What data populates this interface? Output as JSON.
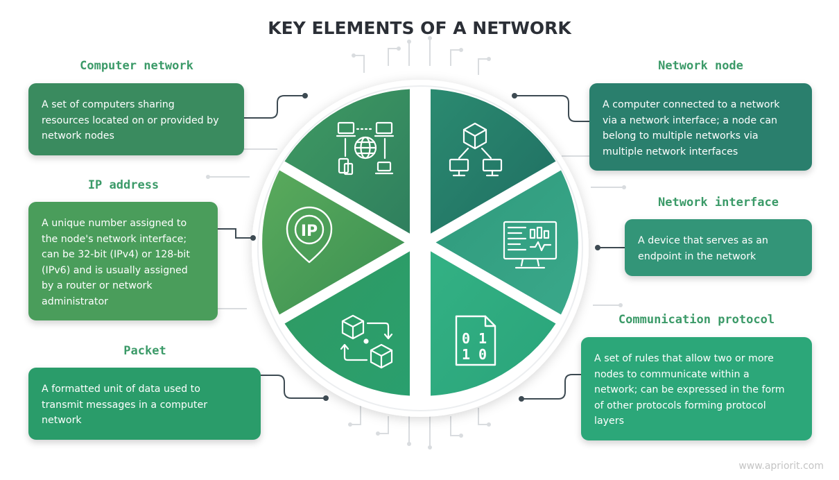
{
  "title": "KEY ELEMENTS OF A NETWORK",
  "watermark": "www.apriorit.com",
  "colors": {
    "heading": "#3b9a68",
    "title": "#2b2f36",
    "box_computer_network": "#3a8b5f",
    "box_ip_address": "#4a9d5b",
    "box_packet": "#2a9c6a",
    "box_network_node": "#2a7f6d",
    "box_network_interface": "#339578",
    "box_communication_protocol": "#2ca779"
  },
  "elements": {
    "computer_network": {
      "heading": "Computer network",
      "lines": [
        "A set of computers sharing",
        "resources located on or provided by",
        "network nodes"
      ],
      "icon": "computers-globe-icon"
    },
    "ip_address": {
      "heading": "IP address",
      "lines": [
        "A unique number assigned to",
        "the node's network interface;",
        "can be 32-bit (IPv4) or 128-bit",
        "(IPv6) and is usually assigned",
        "by a router or network",
        "administrator"
      ],
      "icon_label": "IP",
      "icon": "ip-pin-icon"
    },
    "packet": {
      "heading": "Packet",
      "lines": [
        "A formatted unit of data used to",
        "transmit messages in a computer",
        "network"
      ],
      "icon": "cubes-exchange-icon"
    },
    "network_node": {
      "heading": "Network node",
      "lines": [
        "A computer connected to a network",
        "via a network interface; a node can",
        "belong to multiple networks via",
        "multiple network interfaces"
      ],
      "icon": "node-tree-icon"
    },
    "network_interface": {
      "heading": "Network interface",
      "lines": [
        "A device that serves as an",
        "endpoint in the network"
      ],
      "icon": "monitor-dashboard-icon"
    },
    "communication_protocol": {
      "heading": "Communication protocol",
      "lines": [
        "A set of rules that allow two or more",
        "nodes to communicate within a",
        "network; can be expressed in the form",
        "of other protocols forming protocol",
        "layers"
      ],
      "icon_label_top": "0 1",
      "icon_label_bottom": "1 0",
      "icon": "binary-file-icon"
    }
  }
}
